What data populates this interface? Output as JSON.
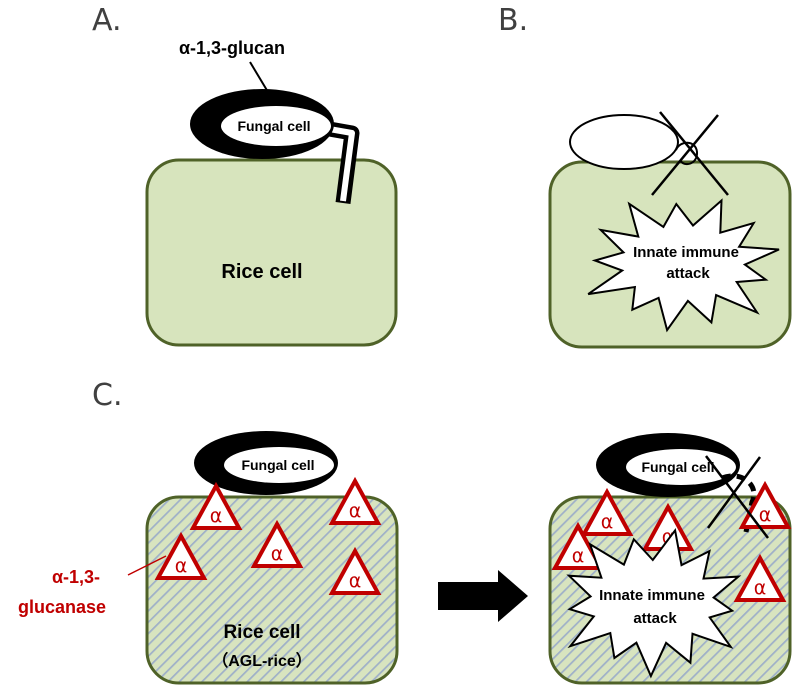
{
  "panels": {
    "a": {
      "label": "A.",
      "glucan_label": "α-1,3-glucan",
      "fungal_cell": "Fungal cell",
      "rice_cell": "Rice cell"
    },
    "b": {
      "label": "B.",
      "attack_lines": [
        "Innate immune",
        "attack"
      ]
    },
    "c": {
      "label": "C.",
      "left": {
        "fungal_cell": "Fungal cell",
        "rice_cell": "Rice cell",
        "rice_variety": "（AGL-rice）",
        "enzyme_label_lines": [
          "α-1,3-",
          "glucanase"
        ]
      },
      "right": {
        "fungal_cell": "Fungal cell",
        "attack_lines": [
          "Innate immune",
          "attack"
        ]
      }
    }
  },
  "enzyme_symbol": "α",
  "colors": {
    "cell_fill": "#d7e4bd",
    "cell_stroke": "#4f6228",
    "hatch_light": "#d8e4bf",
    "hatch_dark": "#9fb0c8",
    "enzyme_red": "#c00000"
  }
}
